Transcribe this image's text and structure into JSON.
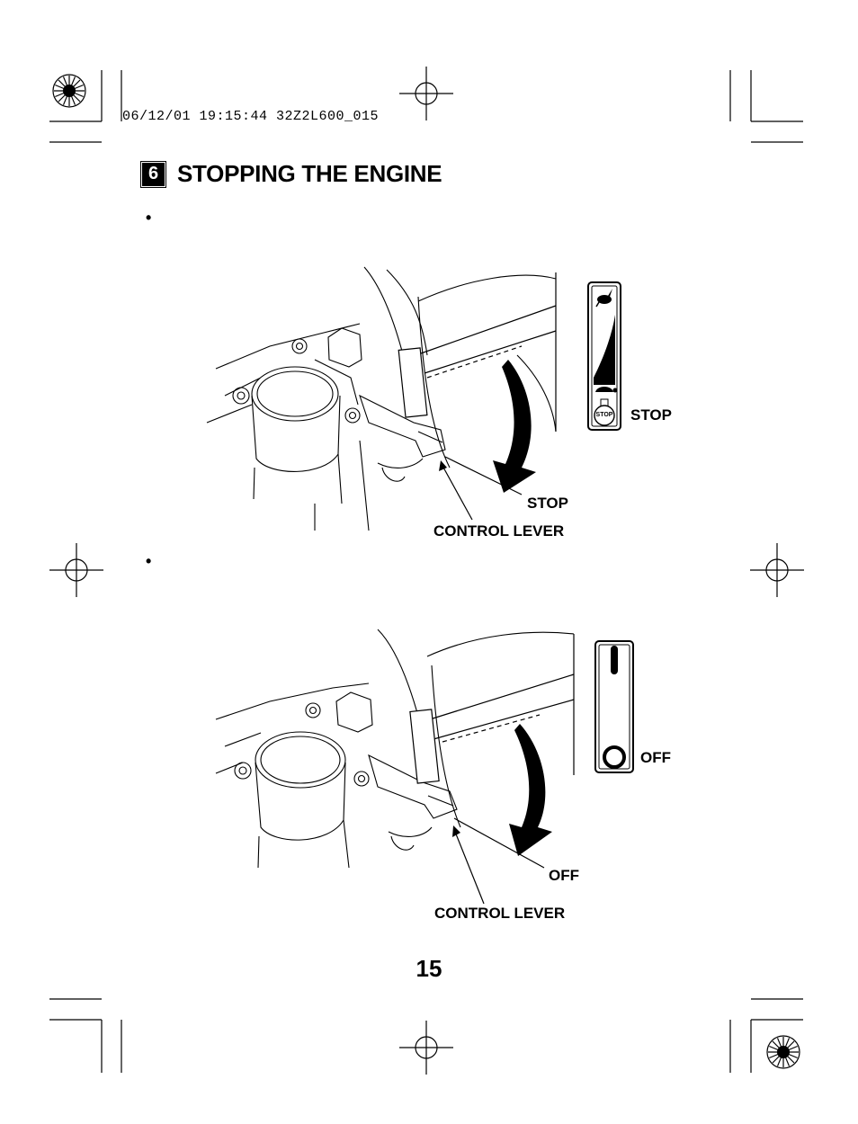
{
  "print_stamp": "06/12/01 19:15:44 32Z2L600_015",
  "section": {
    "step_number": "6",
    "title": "STOPPING THE ENGINE"
  },
  "bullets": [
    "•",
    "•"
  ],
  "figure_top": {
    "indicator_label": "STOP",
    "lever_position_label": "STOP",
    "callout_label": "CONTROL LEVER",
    "stop_badge_text": "STOP",
    "icons": [
      "rabbit-icon",
      "turtle-icon",
      "stop-badge-icon"
    ]
  },
  "figure_bottom": {
    "indicator_label": "OFF",
    "lever_position_label": "OFF",
    "callout_label": "CONTROL LEVER",
    "icons": [
      "on-bar-icon",
      "off-circle-icon"
    ]
  },
  "page_number": "15"
}
